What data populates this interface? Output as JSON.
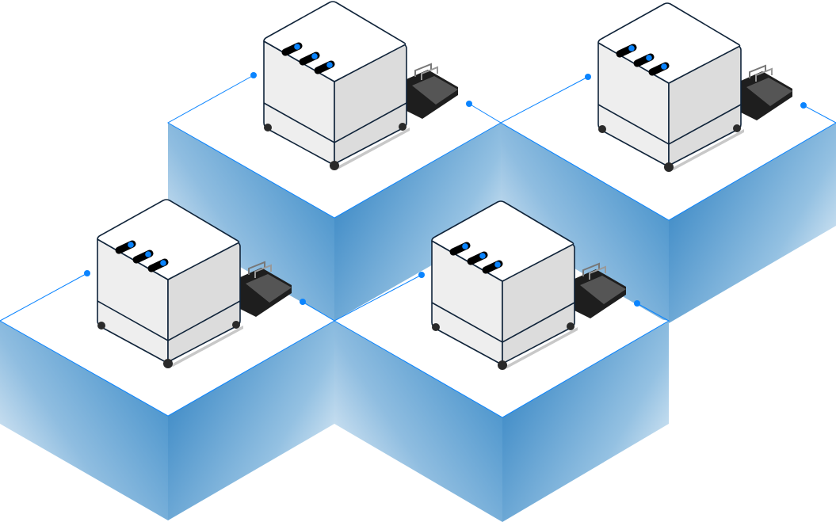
{
  "colors": {
    "accent": "#0a84ff",
    "cube_blue": "#3d8cc8",
    "machine_light": "#eeeeee",
    "machine_shade": "#dcdcdc",
    "outline": "#10243a",
    "tray": "#333333"
  },
  "scene": {
    "platforms": [
      "platform-top-left",
      "platform-top-right",
      "platform-bottom-left",
      "platform-bottom-right"
    ],
    "machines": 4,
    "slots_per_machine": 3
  }
}
